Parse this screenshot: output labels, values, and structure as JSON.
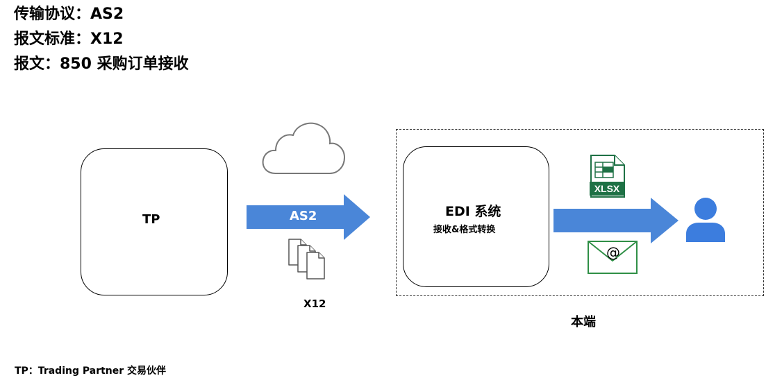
{
  "header": {
    "protocol": "传输协议：AS2",
    "standard": "报文标准：X12",
    "message": "报文：850 采购订单接收"
  },
  "nodes": {
    "tp": "TP",
    "edi_title": "EDI 系统",
    "edi_subtitle": "接收&格式转换"
  },
  "arrows": {
    "transport": "AS2"
  },
  "labels": {
    "document_format": "X12",
    "local_side": "本端",
    "xlsx_badge": "XLSX",
    "email_symbol": "@"
  },
  "footnote": "TP：Trading Partner 交易伙伴",
  "icons": {
    "cloud": "cloud-icon",
    "documents": "documents-icon",
    "spreadsheet": "xlsx-file-icon",
    "email": "email-envelope-icon",
    "user": "user-icon"
  },
  "colors": {
    "arrow_blue": "#4A86D8",
    "excel_green": "#1E7145",
    "envelope_green": "#2F8F46",
    "user_blue": "#3C7DDE"
  }
}
